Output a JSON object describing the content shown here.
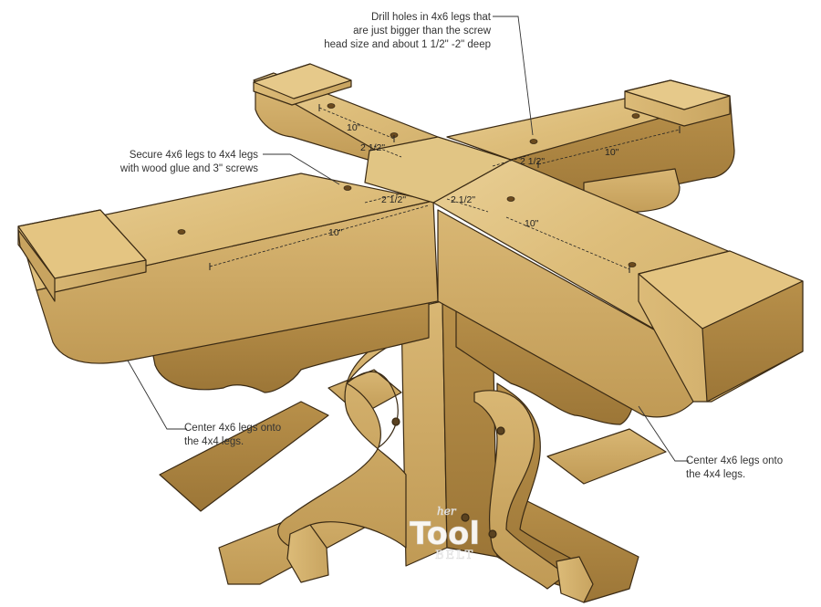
{
  "notes": {
    "drill": [
      "Drill holes in 4x6 legs that",
      "are just bigger than the screw",
      "head size and about 1 1/2\" -2\" deep"
    ],
    "secure": [
      "Secure 4x6 legs to 4x4 legs",
      "with wood glue and 3\" screws"
    ],
    "center_left": [
      "Center 4x6 legs onto",
      "the 4x4 legs."
    ],
    "center_right": [
      "Center 4x6 legs onto",
      "the 4x4 legs."
    ]
  },
  "dimensions": {
    "back_left_10": "10\"",
    "back_left_2half": "2 1/2\"",
    "back_right_2half": "2 1/2\"",
    "back_right_10": "10\"",
    "front_left_10": "10\"",
    "front_left_2half": "2 1/2\"",
    "front_right_2half": "2 1/2\"",
    "front_right_10": "10\""
  },
  "logo": {
    "small": "her",
    "main": "Tool",
    "sub": "BELT"
  },
  "colors": {
    "wood_light": "#e6c98a",
    "wood_mid": "#d4b06a",
    "wood_dark": "#b88e48",
    "wood_shadow": "#8f6a30",
    "line": "#3a2a14",
    "background": "#ffffff"
  }
}
